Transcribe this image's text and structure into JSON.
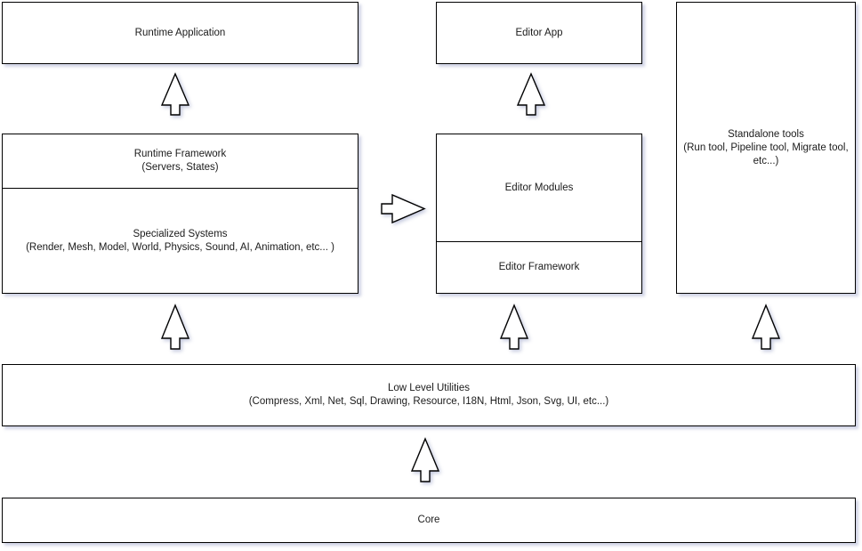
{
  "diagram": {
    "type": "layered-architecture-diagram",
    "title": "",
    "background_color": "#ffffff",
    "box_border_color": "#000000",
    "box_fill_color": "#ffffff",
    "text_color": "#1b1b1b",
    "shadow_color": "#7882b4"
  },
  "nodes": {
    "runtime_application": {
      "label": "Runtime Application",
      "column": "left",
      "row": "top"
    },
    "editor_app": {
      "label": "Editor App",
      "column": "middle",
      "row": "top"
    },
    "standalone_tools": {
      "label": "Standalone tools\n(Run tool, Pipeline tool, Migrate tool,\netc...)",
      "column": "right",
      "row": "top-middle-span"
    },
    "runtime_framework": {
      "label": "Runtime Framework\n(Servers, States)",
      "column": "left",
      "row": "middle-upper"
    },
    "specialized_systems": {
      "label": "Specialized Systems\n(Render, Mesh, Model, World, Physics, Sound, AI, Animation, etc... )",
      "column": "left",
      "row": "middle-lower"
    },
    "editor_modules": {
      "label": "Editor Modules",
      "column": "middle",
      "row": "middle-upper"
    },
    "editor_framework": {
      "label": "Editor Framework",
      "column": "middle",
      "row": "middle-lower"
    },
    "low_level_utilities": {
      "label": "Low Level Utilities\n(Compress, Xml, Net, Sql, Drawing, Resource, I18N, Html, Json, Svg, UI, etc...)",
      "column": "full-width",
      "row": "bottom-upper"
    },
    "core": {
      "label": "Core",
      "column": "full-width",
      "row": "bottom"
    }
  },
  "arrows": [
    {
      "name": "runtime-framework-to-runtime-application",
      "direction": "up",
      "from": "runtime_framework",
      "to": "runtime_application",
      "label": ""
    },
    {
      "name": "editor-modules-to-editor-app",
      "direction": "up",
      "from": "editor_modules",
      "to": "editor_app",
      "label": ""
    },
    {
      "name": "runtime-stack-to-editor-stack",
      "direction": "right",
      "from": "specialized_systems",
      "to": "editor_modules",
      "label": ""
    },
    {
      "name": "low-level-utilities-to-runtime-stack",
      "direction": "up",
      "from": "low_level_utilities",
      "to": "specialized_systems",
      "label": ""
    },
    {
      "name": "low-level-utilities-to-editor-stack",
      "direction": "up",
      "from": "low_level_utilities",
      "to": "editor_framework",
      "label": ""
    },
    {
      "name": "low-level-utilities-to-standalone-tools",
      "direction": "up",
      "from": "low_level_utilities",
      "to": "standalone_tools",
      "label": ""
    },
    {
      "name": "core-to-low-level-utilities",
      "direction": "up",
      "from": "core",
      "to": "low_level_utilities",
      "label": ""
    }
  ]
}
